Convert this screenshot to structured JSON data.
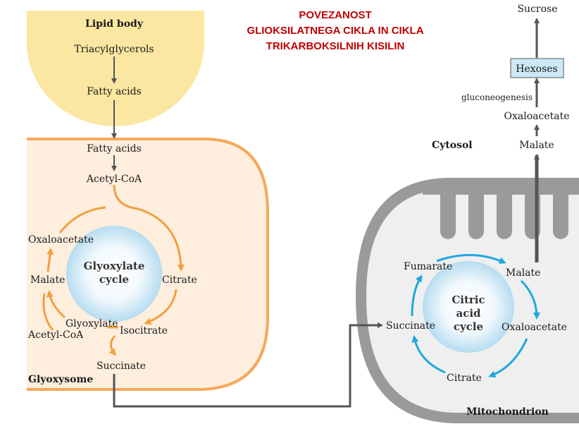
{
  "title": {
    "line1": "POVEZANOST",
    "line2": "GLIOKSILATNEGA CIKLA IN CIKLA",
    "line3": "TRIKARBOKSILNIH KISILIN"
  },
  "lipid_body": {
    "label": "Lipid body",
    "triacylglycerols": "Triacylglycerols",
    "fatty_acids": "Fatty acids"
  },
  "glyoxysome": {
    "label": "Glyoxysome",
    "fatty_acids": "Fatty acids",
    "acetyl_coa": "Acetyl-CoA",
    "cycle_line1": "Glyoxylate",
    "cycle_line2": "cycle",
    "oxaloacetate": "Oxaloacetate",
    "malate": "Malate",
    "citrate": "Citrate",
    "glyoxylate": "Glyoxylate",
    "isocitrate": "Isocitrate",
    "acetyl_coa_2": "Acetyl-CoA",
    "succinate": "Succinate"
  },
  "cytosol": {
    "label": "Cytosol",
    "sucrose": "Sucrose",
    "hexoses": "Hexoses",
    "gluconeogenesis": "gluconeogenesis",
    "oxaloacetate": "Oxaloacetate",
    "malate": "Malate"
  },
  "mitochondrion": {
    "label": "Mitochondrion",
    "cycle_line1": "Citric",
    "cycle_line2": "acid",
    "cycle_line3": "cycle",
    "fumarate": "Fumarate",
    "malate": "Malate",
    "succinate": "Succinate",
    "oxaloacetate": "Oxaloacetate",
    "citrate": "Citrate"
  },
  "colors": {
    "title": "#c00000",
    "lipid_fill": "#fbe7a1",
    "glyoxysome_fill": "#fdeedd",
    "glyoxysome_border": "#f5a85a",
    "glyoxylate_arrow": "#f0a040",
    "citric_arrow": "#1ea8e0",
    "mito_outer": "#9a9a9a",
    "mito_inner": "#efefef",
    "hexoses_fill": "#cde9f6",
    "connector": "#555555"
  }
}
